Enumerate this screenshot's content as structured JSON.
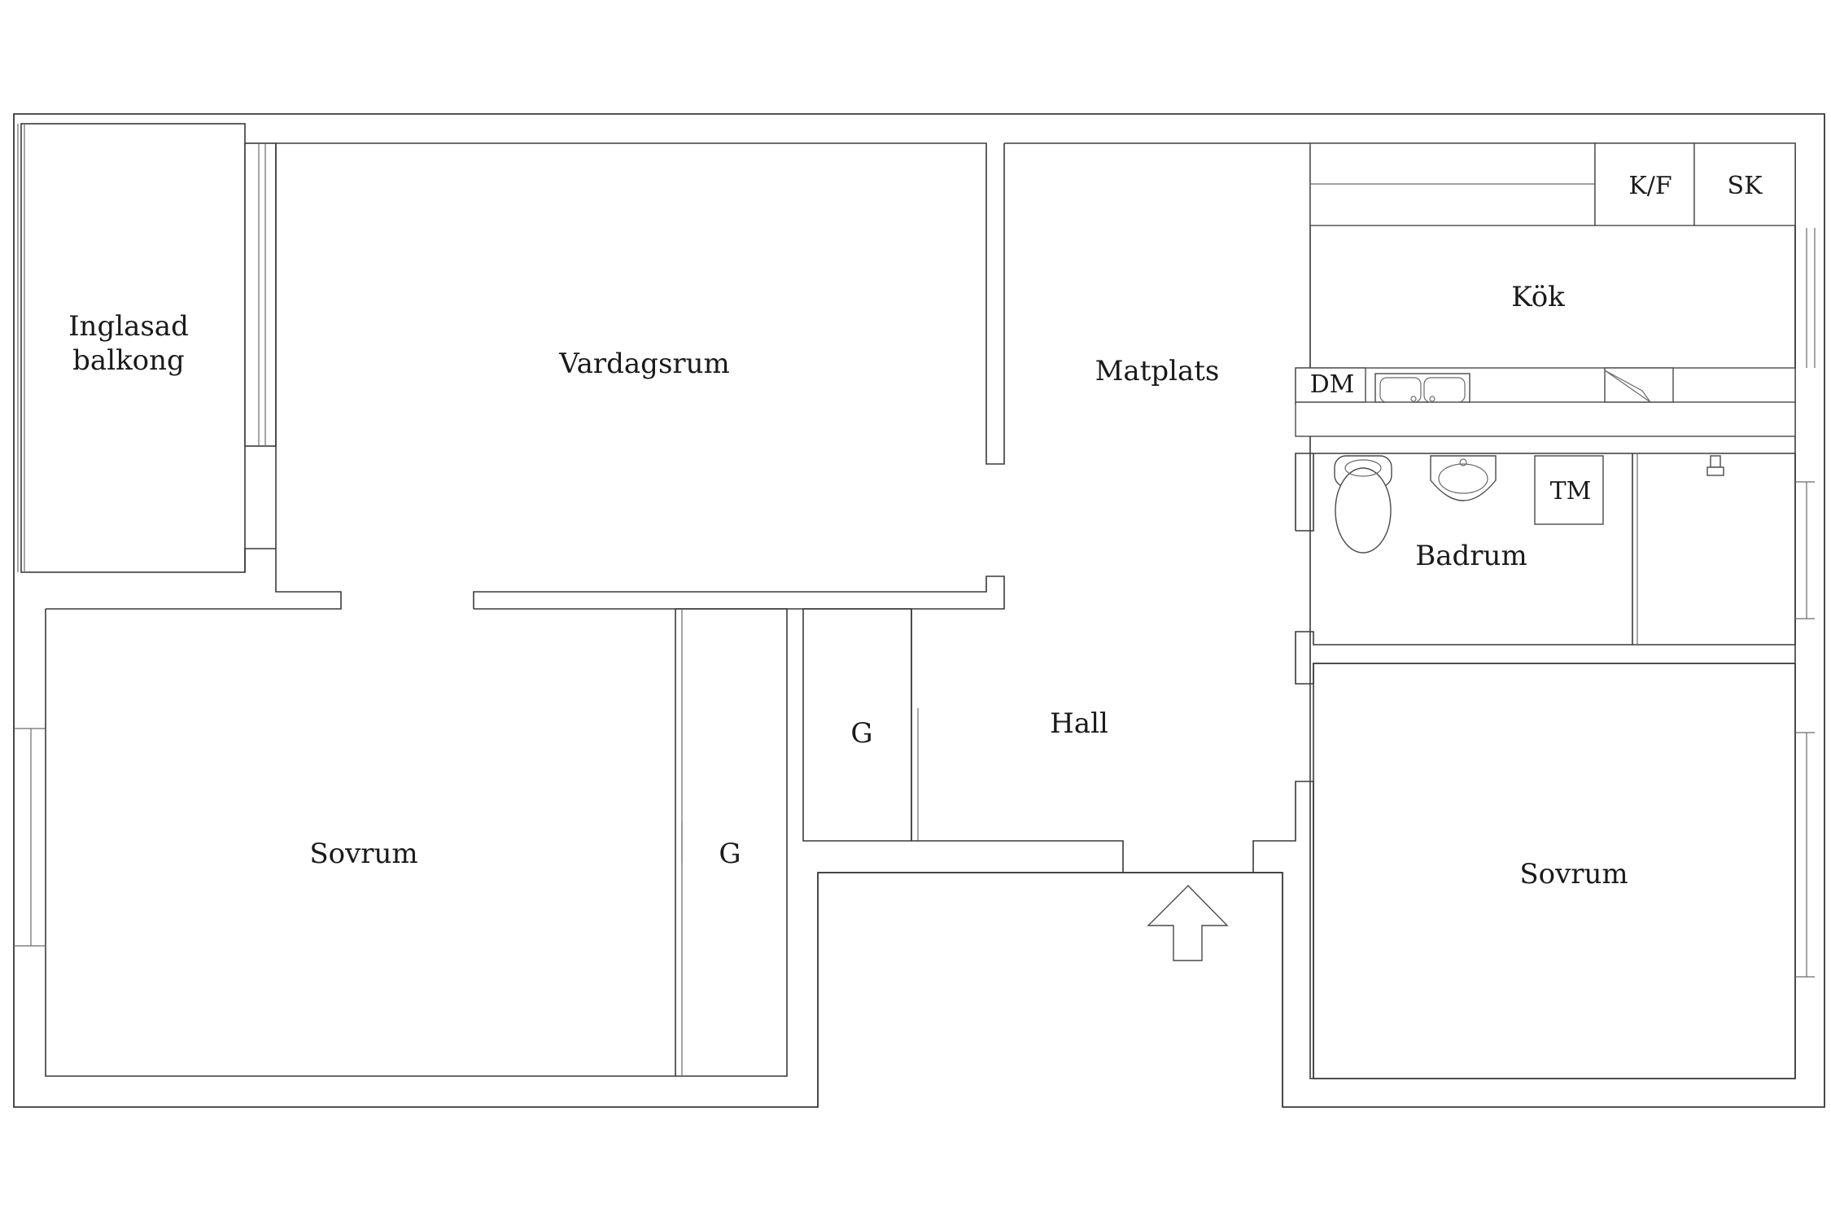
{
  "rooms": {
    "balcony_line1": "Inglasad",
    "balcony_line2": "balkong",
    "living_room": "Vardagsrum",
    "dining": "Matplats",
    "kitchen": "Kök",
    "bathroom": "Badrum",
    "hall": "Hall",
    "bedroom_left": "Sovrum",
    "bedroom_right": "Sovrum",
    "wardrobe_hall": "G",
    "wardrobe_bedroom": "G"
  },
  "fixtures": {
    "fridge_freezer": "K/F",
    "cabinet": "SK",
    "dishwasher": "DM",
    "washing_machine": "TM"
  },
  "entrance": {
    "icon": "entrance-arrow-icon"
  }
}
